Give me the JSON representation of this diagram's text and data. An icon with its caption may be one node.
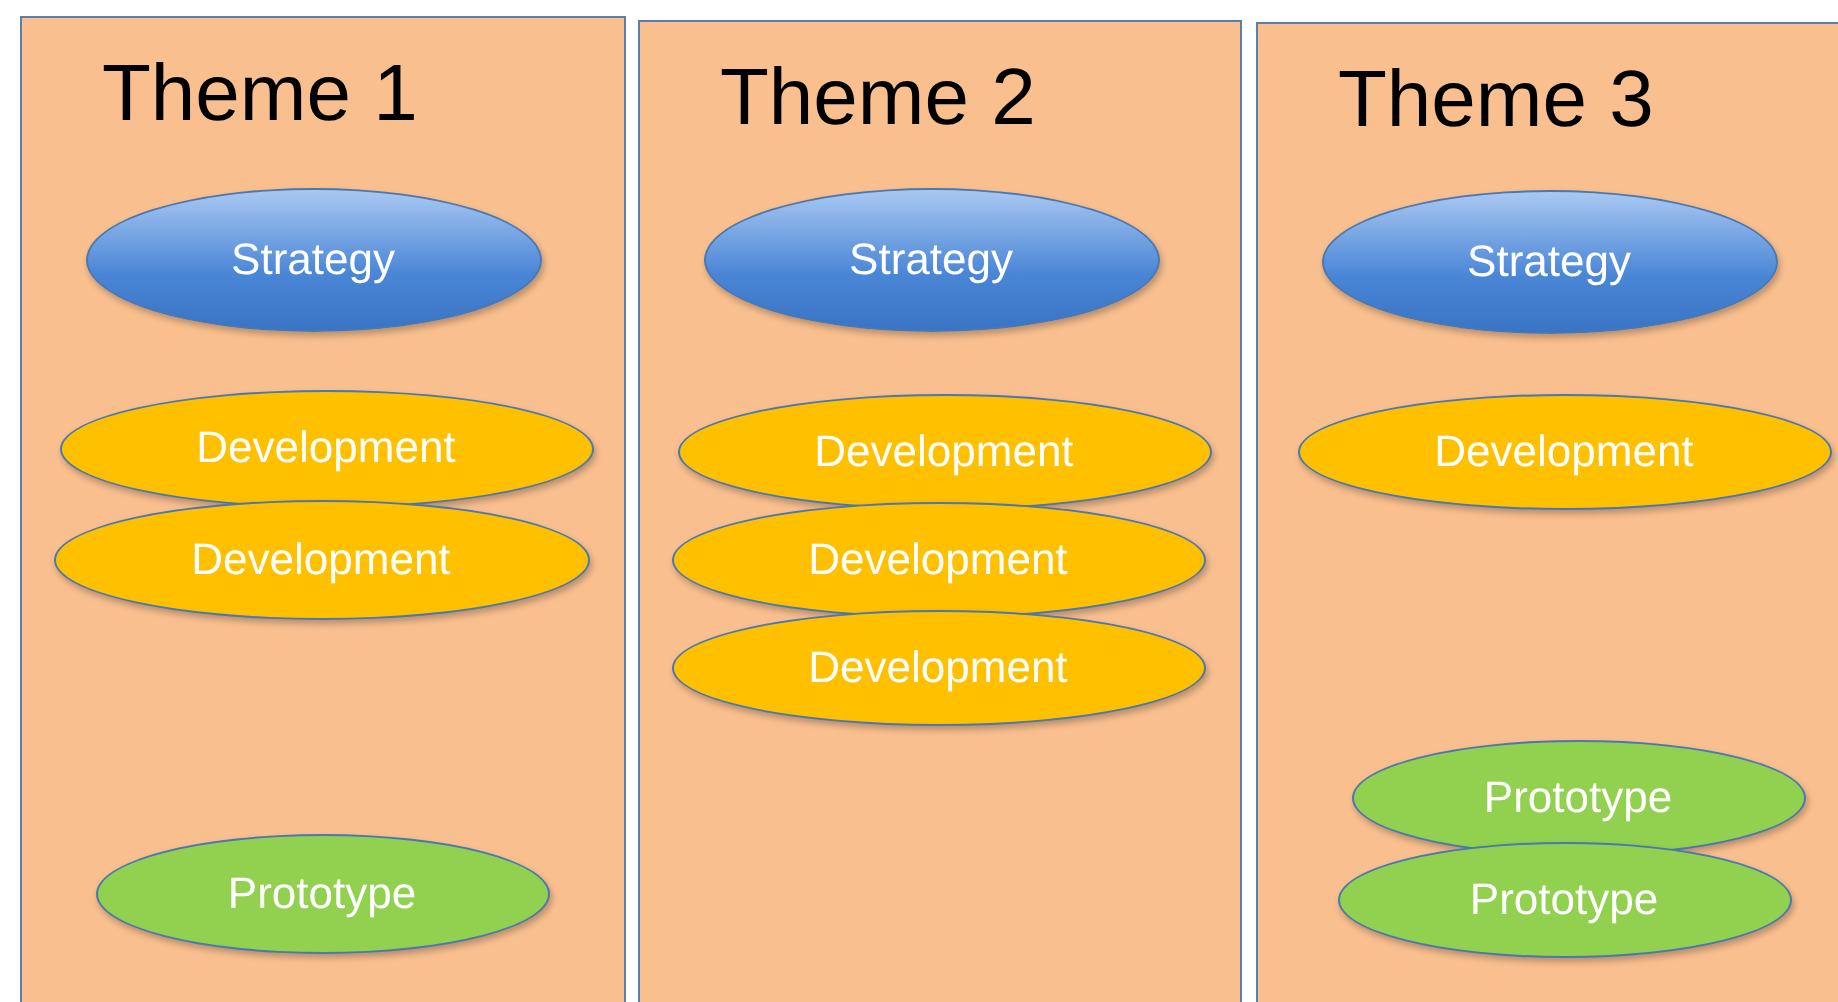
{
  "diagram": {
    "nodes": [
      {
        "text": [
          "Theme 1"
        ]
      },
      {
        "text": [
          "Strategy"
        ],
        "in": 0
      },
      {
        "text": [
          "Development"
        ],
        "in": 0
      },
      {
        "text": [
          "Development"
        ],
        "in": 0
      },
      {
        "text": [
          "Prototype"
        ],
        "in": 0
      },
      {
        "text": [
          "Theme 2"
        ]
      },
      {
        "text": [
          "Strategy"
        ],
        "in": 5
      },
      {
        "text": [
          "Development"
        ],
        "in": 5
      },
      {
        "text": [
          "Development"
        ],
        "in": 5
      },
      {
        "text": [
          "Development"
        ],
        "in": 5
      },
      {
        "text": [
          "Theme 3"
        ]
      },
      {
        "text": [
          "Strategy"
        ],
        "in": 10
      },
      {
        "text": [
          "Development"
        ],
        "in": 10
      },
      {
        "text": [
          "Prototype"
        ],
        "in": 10
      },
      {
        "text": [
          "Prototype"
        ],
        "in": 10
      }
    ]
  }
}
